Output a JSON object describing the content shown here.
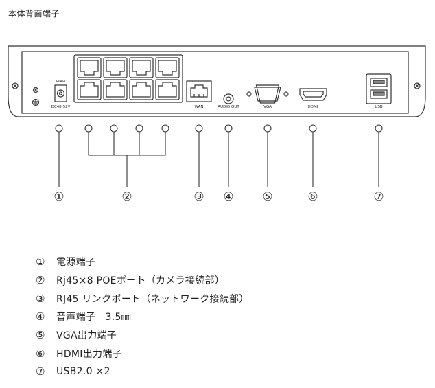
{
  "title": "本体背面端子",
  "panel_labels": {
    "power_icon": "⊖⊕⊖",
    "dc": "DC48-52V",
    "wan": "WAN",
    "audio": "AUDIO OUT",
    "vga": "VGA",
    "hdmi": "HDMI",
    "usb": "USB"
  },
  "callouts": [
    "①",
    "②",
    "③",
    "④",
    "⑤",
    "⑥",
    "⑦"
  ],
  "legend": [
    {
      "num": "①",
      "text": "電源端子"
    },
    {
      "num": "②",
      "text": "Rj45×8 POEポート（カメラ接続部）"
    },
    {
      "num": "③",
      "text": "RJ45 リンクポート（ネットワーク接続部）"
    },
    {
      "num": "④",
      "text": "音声端子　3.5㎜"
    },
    {
      "num": "⑤",
      "text": "VGA出力端子"
    },
    {
      "num": "⑥",
      "text": "HDMI出力端子"
    },
    {
      "num": "⑦",
      "text": "USB2.0 ×2"
    }
  ]
}
